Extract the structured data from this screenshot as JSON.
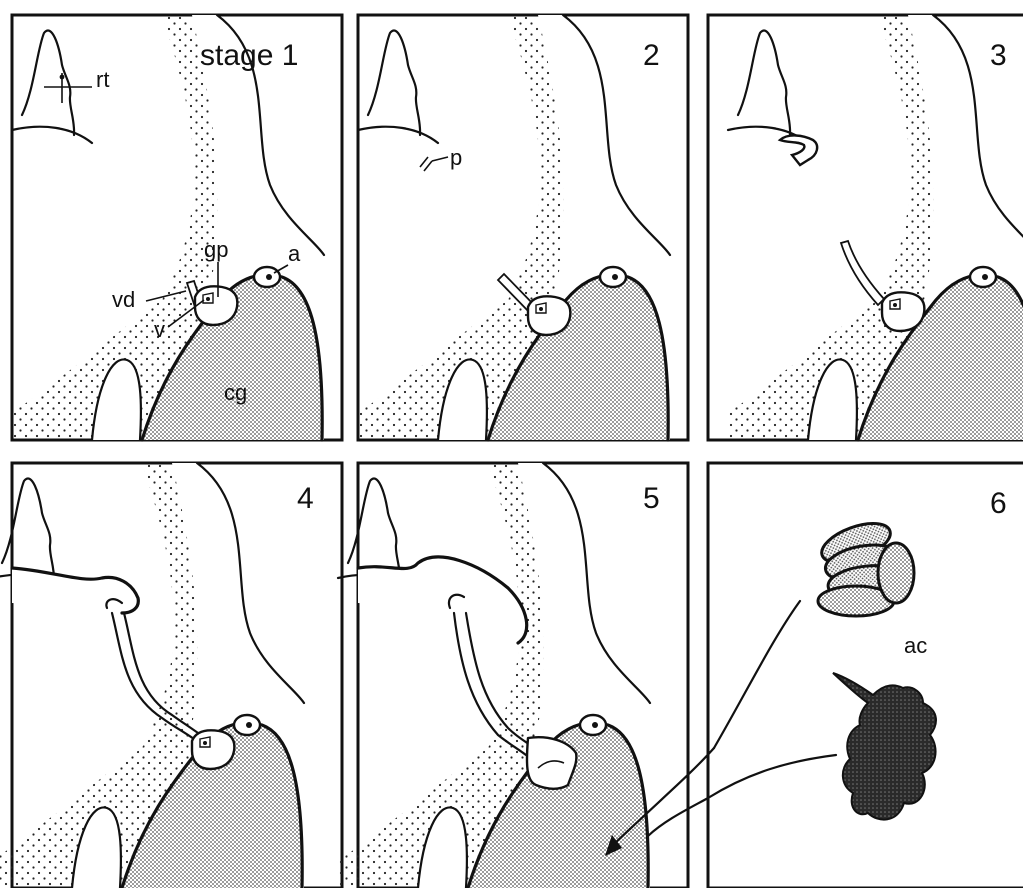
{
  "figure": {
    "panels": [
      {
        "number": "stage 1"
      },
      {
        "number": "2"
      },
      {
        "number": "3"
      },
      {
        "number": "4"
      },
      {
        "number": "5"
      },
      {
        "number": "6"
      }
    ],
    "labels": {
      "rt": "rt",
      "p": "p",
      "gp": "gp",
      "a": "a",
      "vd": "vd",
      "v": "v",
      "cg": "cg",
      "ac": "ac"
    }
  }
}
